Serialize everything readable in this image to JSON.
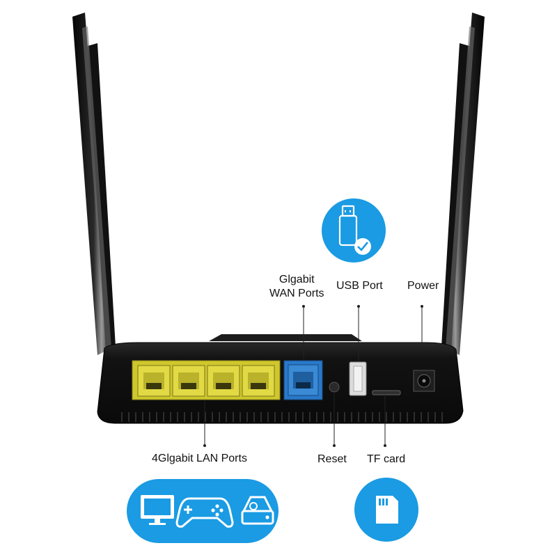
{
  "labels": {
    "wan_line1": "Glgabit",
    "wan_line2": "WAN Ports",
    "usb": "USB Port",
    "power": "Power",
    "lan": "4Glgabit LAN Ports",
    "reset": "Reset",
    "tf": "TF card"
  },
  "colors": {
    "accent_blue": "#1a9be3",
    "lan_port_yellow": "#d9d23a",
    "wan_port_blue": "#2a78c8",
    "router_body": "#141414"
  },
  "icons": [
    "usb-drive-check-icon",
    "monitor-icon",
    "gamepad-icon",
    "storage-drive-icon",
    "sd-card-icon"
  ]
}
